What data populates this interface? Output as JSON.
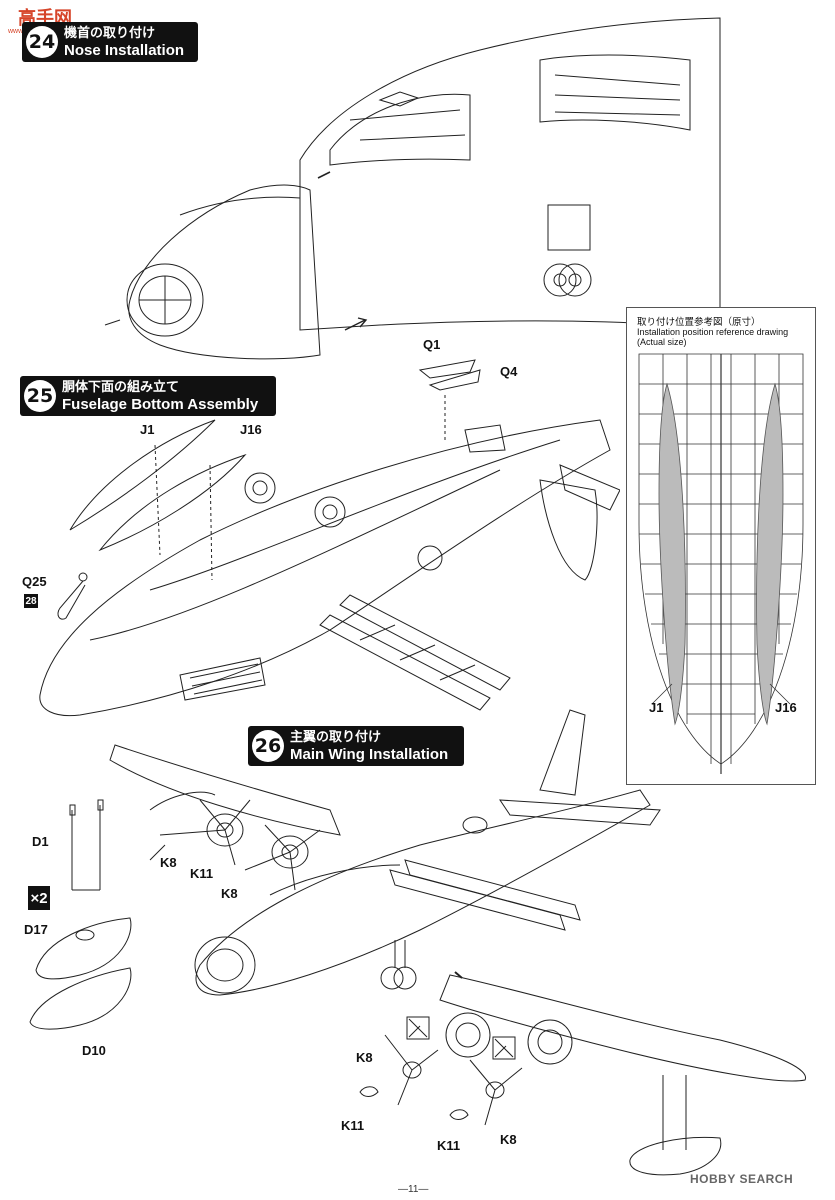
{
  "watermark": {
    "logo": "高手网",
    "site": "www.gaoshou.com",
    "footer": "HOBBY SEARCH"
  },
  "steps": [
    {
      "num": "24",
      "jp": "機首の取り付け",
      "en": "Nose Installation"
    },
    {
      "num": "25",
      "jp": "胴体下面の組み立て",
      "en": "Fuselage Bottom Assembly"
    },
    {
      "num": "26",
      "jp": "主翼の取り付け",
      "en": "Main Wing Installation"
    }
  ],
  "reference": {
    "title_jp": "取り付け位置参考図（原寸）",
    "title_en": "Installation position reference drawing (Actual size)",
    "label_left": "J1",
    "label_right": "J16"
  },
  "parts": {
    "q1": "Q1",
    "q4": "Q4",
    "j1": "J1",
    "j16": "J16",
    "q25": "Q25",
    "step_ref": "28",
    "d1": "D1",
    "multiplier": "×2",
    "d17": "D17",
    "d10": "D10",
    "k8_a": "K8",
    "k11_a": "K11",
    "k8_b": "K8",
    "k8_c": "K8",
    "k11_b": "K11",
    "k11_c": "K11",
    "k8_d": "K8"
  },
  "page_number": "—11—"
}
